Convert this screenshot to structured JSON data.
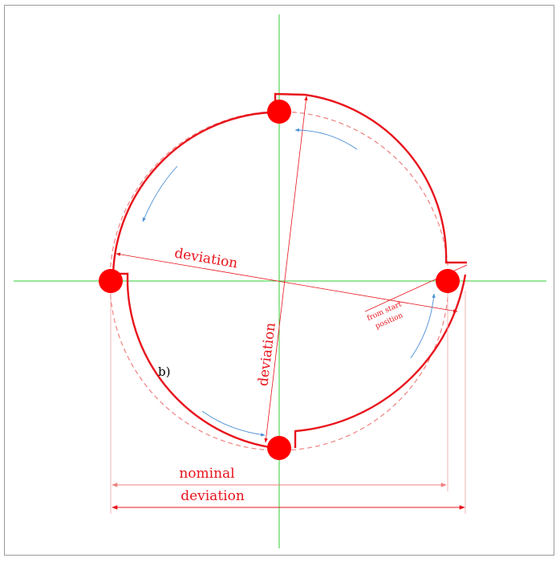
{
  "diagram": {
    "labels": {
      "deviation_horizontal": "deviation",
      "deviation_vertical": "deviation",
      "from_start_line1": "from start",
      "from_start_line2": "position",
      "panel_letter": "b)",
      "nominal": "nominal",
      "deviation_bottom": "deviation"
    },
    "colors": {
      "profile": "#e8141c",
      "nominal_circle": "#f08080",
      "axes": "#33cc33",
      "rotation_arrows": "#4a8fd6",
      "frame": "#9a9a9a"
    },
    "icons": {
      "contact_points": "filled-red-circle",
      "rotation": "curved-arrow"
    }
  }
}
